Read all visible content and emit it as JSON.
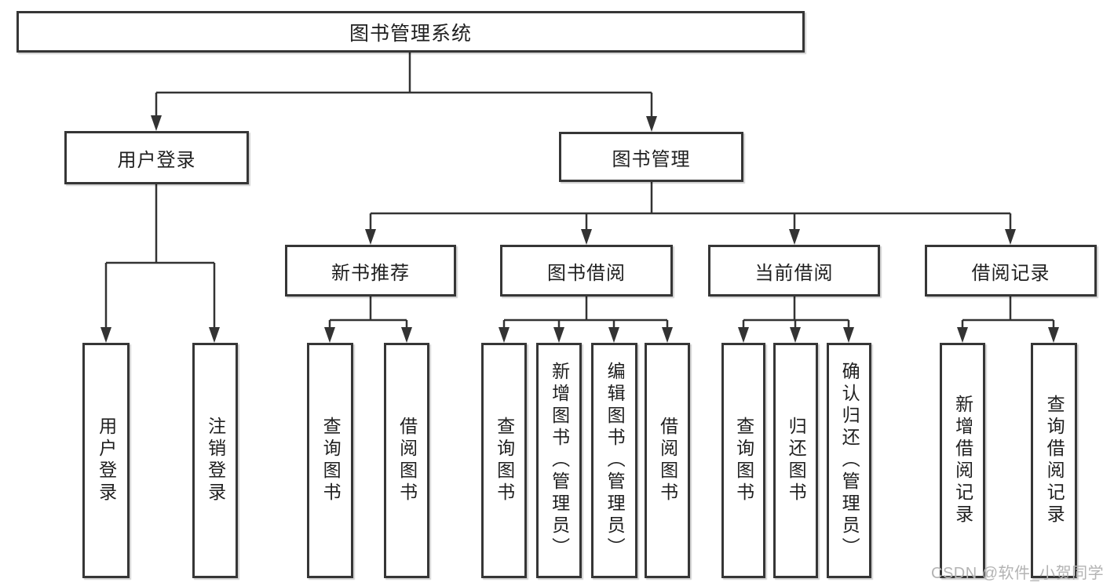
{
  "diagram_title": "图书管理系统",
  "nodes": {
    "root": {
      "label": "图书管理系统"
    },
    "user_login_group": {
      "label": "用户登录"
    },
    "book_mgmt": {
      "label": "图书管理"
    },
    "new_book_rec": {
      "label": "新书推荐"
    },
    "book_borrow": {
      "label": "图书借阅"
    },
    "current_borrow": {
      "label": "当前借阅"
    },
    "borrow_records": {
      "label": "借阅记录"
    },
    "user_login": {
      "label": "用户登录"
    },
    "logout": {
      "label": "注销登录"
    },
    "nb_query_books": {
      "label": "查询图书"
    },
    "nb_borrow_books": {
      "label": "借阅图书"
    },
    "bb_query_books": {
      "label": "查询图书"
    },
    "bb_add_books": {
      "label": "新增图书（管理员）"
    },
    "bb_edit_books": {
      "label": "编辑图书（管理员）"
    },
    "bb_borrow_books": {
      "label": "借阅图书"
    },
    "cb_query_books": {
      "label": "查询图书"
    },
    "cb_return_books": {
      "label": "归还图书"
    },
    "cb_confirm_return": {
      "label": "确认归还（管理员）"
    },
    "br_add_record": {
      "label": "新增借阅记录"
    },
    "br_query_record": {
      "label": "查询借阅记录"
    }
  },
  "watermark": "CSDN @软件_小贺同学",
  "colors": {
    "line": "#333333",
    "box_border": "#363636",
    "box_bg": "#ffffff",
    "text": "#1f1f1f",
    "watermark": "#b3b3b3"
  }
}
